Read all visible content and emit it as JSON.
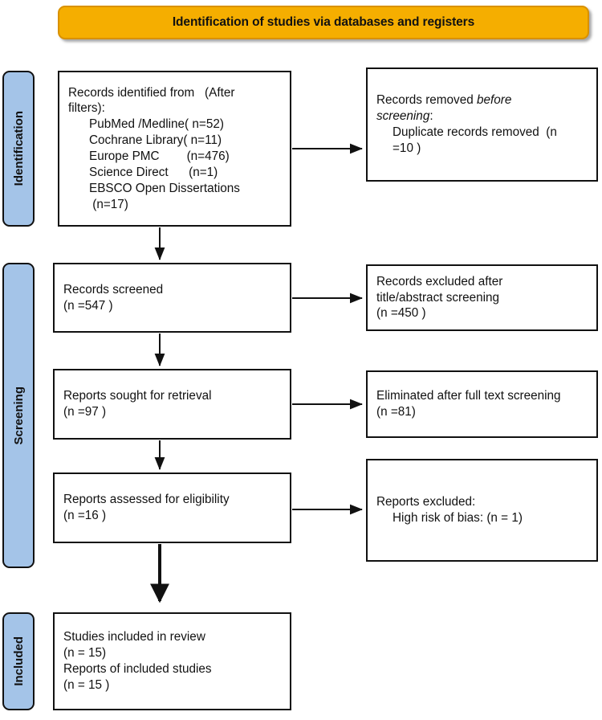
{
  "header": {
    "title": "Identification of studies via databases and registers",
    "bg_color": "#F5AE00",
    "border_color": "#D99100"
  },
  "stages": [
    {
      "id": "identification",
      "label": "Identification",
      "bg_color": "#A4C4E8"
    },
    {
      "id": "screening",
      "label": "Screening",
      "bg_color": "#A4C4E8"
    },
    {
      "id": "included",
      "label": "Included",
      "bg_color": "#A4C4E8"
    }
  ],
  "boxes": {
    "records_identified": {
      "l1": "Records identified from   (After",
      "l2": "filters):",
      "l3": "PubMed /Medline( n=52)",
      "l4": "Cochrane Library( n=11)",
      "l5": "Europe PMC        (n=476)",
      "l6": "Science Direct      (n=1)",
      "l7": "EBSCO Open Dissertations",
      "l8": " (n=17)"
    },
    "records_removed": {
      "l1a": "Records removed ",
      "l1b": "before",
      "l2": "screening",
      "l2b": ":",
      "l3": "Duplicate records removed  (n",
      "l4": "=10 )"
    },
    "records_screened": {
      "l1": "Records screened",
      "l2": "(n =547 )"
    },
    "records_excluded": {
      "l1": "Records excluded after",
      "l2": "title/abstract screening",
      "l3": "(n =450 )"
    },
    "reports_sought": {
      "l1": "Reports sought for retrieval",
      "l2": "(n =97 )"
    },
    "eliminated_full_text": {
      "l1": "Eliminated after full text screening",
      "l2": "(n =81)"
    },
    "reports_assessed": {
      "l1": "Reports assessed for eligibility",
      "l2": "(n =16 )"
    },
    "reports_excluded": {
      "l1": "Reports excluded:",
      "l2": "High risk of bias: (n = 1)"
    },
    "studies_included": {
      "l1": "Studies included in review",
      "l2": "(n = 15)",
      "l3": "Reports of included studies",
      "l4": "(n = 15 )"
    }
  },
  "chart_data": {
    "type": "diagram",
    "title": "Identification of studies via databases and registers",
    "nodes": [
      {
        "id": "records_identified",
        "stage": "Identification",
        "column": "left",
        "sources": [
          {
            "name": "PubMed /Medline",
            "n": 52
          },
          {
            "name": "Cochrane Library",
            "n": 11
          },
          {
            "name": "Europe PMC",
            "n": 476
          },
          {
            "name": "Science Direct",
            "n": 1
          },
          {
            "name": "EBSCO Open Dissertations",
            "n": 17
          }
        ]
      },
      {
        "id": "records_removed",
        "stage": "Identification",
        "column": "right",
        "duplicate_records_removed": 10
      },
      {
        "id": "records_screened",
        "stage": "Screening",
        "column": "left",
        "n": 547
      },
      {
        "id": "records_excluded",
        "stage": "Screening",
        "column": "right",
        "n": 450
      },
      {
        "id": "reports_sought",
        "stage": "Screening",
        "column": "left",
        "n": 97
      },
      {
        "id": "eliminated_full_text",
        "stage": "Screening",
        "column": "right",
        "n": 81
      },
      {
        "id": "reports_assessed",
        "stage": "Screening",
        "column": "left",
        "n": 16
      },
      {
        "id": "reports_excluded",
        "stage": "Screening",
        "column": "right",
        "high_risk_of_bias": 1
      },
      {
        "id": "studies_included",
        "stage": "Included",
        "column": "left",
        "studies_in_review": 15,
        "reports_of_included_studies": 15
      }
    ],
    "edges": [
      {
        "from": "records_identified",
        "to": "records_removed",
        "dir": "right"
      },
      {
        "from": "records_identified",
        "to": "records_screened",
        "dir": "down"
      },
      {
        "from": "records_screened",
        "to": "records_excluded",
        "dir": "right"
      },
      {
        "from": "records_screened",
        "to": "reports_sought",
        "dir": "down"
      },
      {
        "from": "reports_sought",
        "to": "eliminated_full_text",
        "dir": "right"
      },
      {
        "from": "reports_sought",
        "to": "reports_assessed",
        "dir": "down"
      },
      {
        "from": "reports_assessed",
        "to": "reports_excluded",
        "dir": "right"
      },
      {
        "from": "reports_assessed",
        "to": "studies_included",
        "dir": "down"
      }
    ]
  }
}
